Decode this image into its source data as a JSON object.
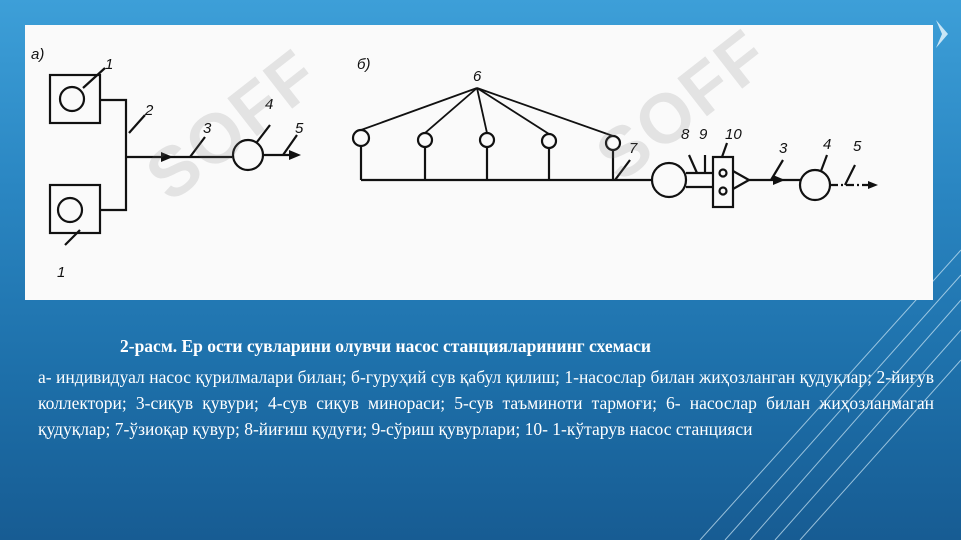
{
  "figure": {
    "panel_a_label": "а)",
    "panel_b_label": "б)",
    "a_labels": [
      "1",
      "2",
      "3",
      "4",
      "5",
      "1"
    ],
    "b_labels": [
      "6",
      "7",
      "8",
      "9",
      "10",
      "3",
      "4",
      "5"
    ],
    "watermark": "SOFF"
  },
  "caption": {
    "title": "2-расм. Ер ости сувларини олувчи насос станцияларининг схемаси",
    "body": "а- индивидуал насос қурилмалари билан; б-гуруҳий сув қабул қилиш; 1-насослар билан жиҳозланган қудуқлар; 2-йиғув коллектори; 3-сиқув қувури; 4-сув сиқув минораси; 5-сув таъминоти тармоғи; 6- насослар билан жиҳозланмаган қудуқлар; 7-ўзиоқар қувур; 8-йиғиш қудуғи; 9-сўриш қувурлари; 10- 1-кўтарув насос станцияси"
  },
  "colors": {
    "background": "#2a86c2",
    "figure_bg": "#fafafa",
    "text": "#ffffff",
    "line": "#111111"
  }
}
